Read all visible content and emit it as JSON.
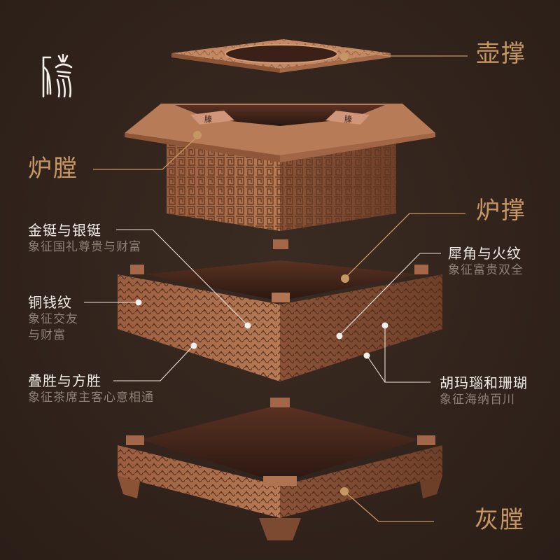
{
  "brand": {
    "seal_glyph": "滕",
    "icon": "seal-logo-icon"
  },
  "parts": {
    "pot_support": {
      "label": "壶撑"
    },
    "stove_chamber": {
      "label": "炉膛"
    },
    "stove_support": {
      "label": "炉撑"
    },
    "ash_chamber": {
      "label": "灰膛"
    }
  },
  "motifs": [
    {
      "title": "金铤与银铤",
      "desc": "象征国礼尊贵与财富"
    },
    {
      "title": "铜钱纹",
      "desc_line1": "象征交友",
      "desc_line2": "与财富"
    },
    {
      "title": "叠胜与方胜",
      "desc": "象征茶席主客心意相通"
    },
    {
      "title": "犀角与火纹",
      "desc": "象征富贵双全"
    },
    {
      "title": "胡玛瑙和珊瑚",
      "desc": "象征海纳百川"
    }
  ],
  "colors": {
    "background": "#32241c",
    "gold_accent": "#c79763",
    "white_text": "#f1ece6",
    "muted_text": "#8d8178",
    "copper": "#b0714a"
  },
  "components": {
    "pot_support_plate": "perforated-square-plate-with-round-opening",
    "stove_body": "square-stove-with-fret-pattern",
    "stove_stand": "square-stand-with-floral-relief",
    "ash_tray": "footed-square-tray-with-cloud-relief"
  }
}
